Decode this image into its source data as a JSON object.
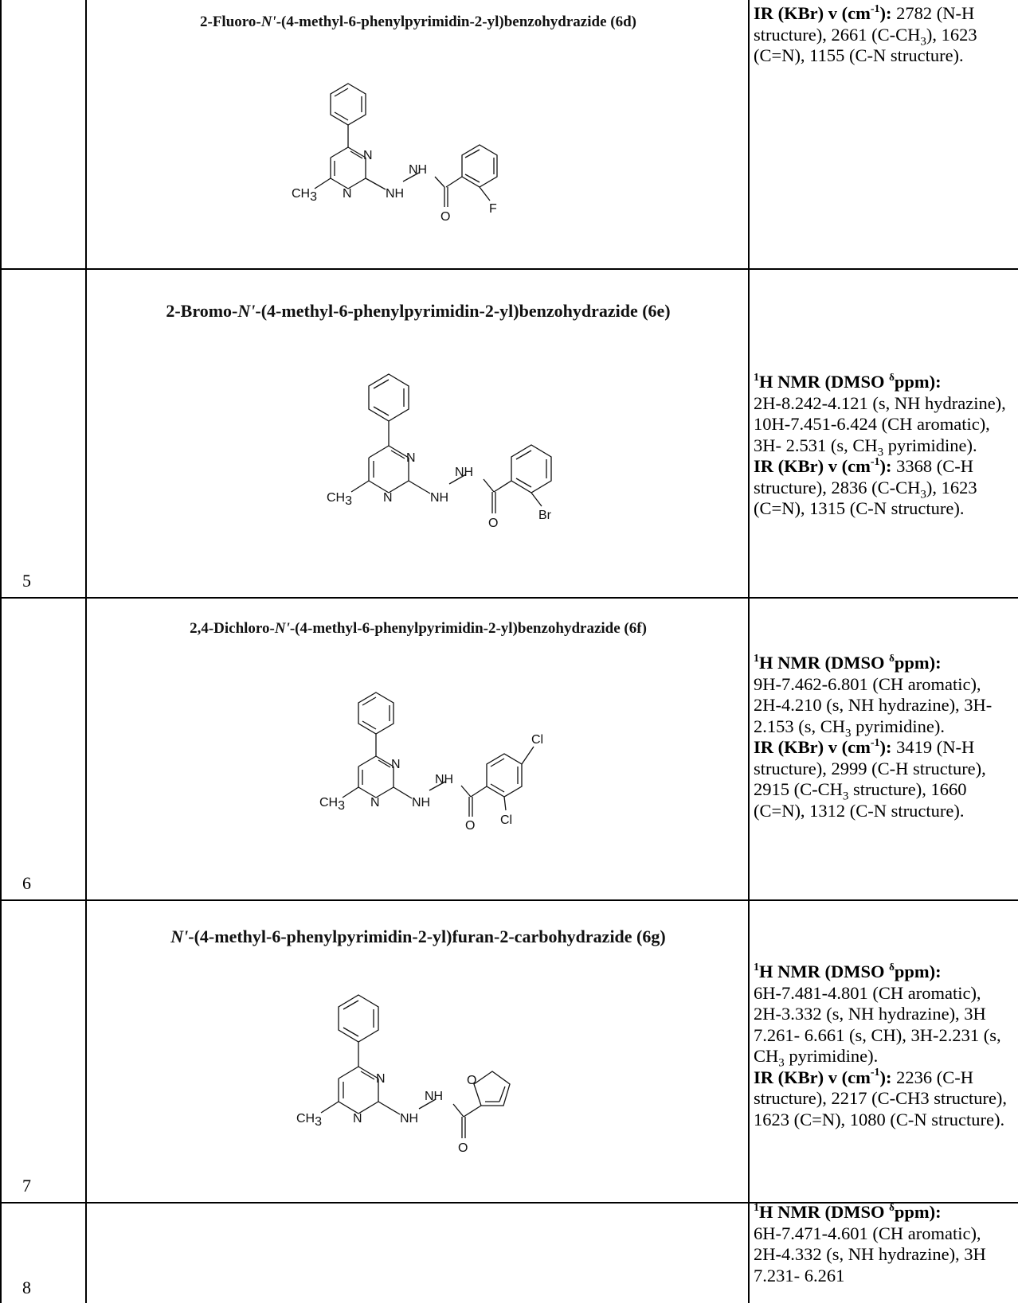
{
  "rows": [
    {
      "number": "",
      "title_prefix": "2-Fluoro-",
      "title_italic": "N'",
      "title_suffix": "-(4-methyl-6-phenylpyrimidin-2-yl)benzohydrazide (6d)",
      "substituents": [
        "F"
      ],
      "spectra": {
        "ir_label": "IR (KBr) v (cm",
        "ir_label_sup": "-1",
        "ir_label_end": "):",
        "ir_text": " 2782 (N-H structure), 2661 (C-CH",
        "ir_sub": "3",
        "ir_text2": "), 1623 (C=N), 1155 (C-N structure)."
      }
    },
    {
      "number": "5",
      "title_prefix": "2-Bromo-",
      "title_italic": "N'",
      "title_suffix": "-(4-methyl-6-phenylpyrimidin-2-yl)benzohydrazide (6e)",
      "substituents": [
        "Br"
      ],
      "spectra": {
        "nmr_label_sup": "1",
        "nmr_label": "H NMR (DMSO ",
        "nmr_label_delta": "δ",
        "nmr_label_end": "ppm):",
        "nmr_text": "2H-8.242-4.121 (s, NH hydrazine), 10H-7.451-6.424 (CH aromatic), 3H- 2.531 (s, CH",
        "nmr_sub": "3",
        "nmr_text2": " pyrimidine).",
        "ir_label": "IR (KBr) v (cm",
        "ir_label_sup": "-1",
        "ir_label_end": "):",
        "ir_text": " 3368 (C-H structure), 2836 (C-CH",
        "ir_sub": "3",
        "ir_text2": "), 1623 (C=N), 1315 (C-N structure)."
      }
    },
    {
      "number": "6",
      "title_prefix": "2,4-Dichloro-",
      "title_italic": "N'",
      "title_suffix": "-(4-methyl-6-phenylpyrimidin-2-yl)benzohydrazide (6f)",
      "substituents": [
        "Cl",
        "Cl"
      ],
      "spectra": {
        "nmr_label_sup": "1",
        "nmr_label": "H NMR (DMSO ",
        "nmr_label_delta": "δ",
        "nmr_label_end": "ppm):",
        "nmr_text": "9H-7.462-6.801 (CH aromatic), 2H-4.210 (s, NH hydrazine), 3H-2.153 (s, CH",
        "nmr_sub": "3",
        "nmr_text2": " pyrimidine).",
        "ir_label": "IR (KBr) v (cm",
        "ir_label_sup": "-1",
        "ir_label_end": "):",
        "ir_text": " 3419 (N-H structure), 2999 (C-H structure), 2915 (C-CH",
        "ir_sub": "3",
        "ir_text2": " structure), 1660 (C=N), 1312 (C-N structure)."
      }
    },
    {
      "number": "7",
      "title_prefix": "",
      "title_italic": "N'",
      "title_suffix": "-(4-methyl-6-phenylpyrimidin-2-yl)furan-2-carbohydrazide (6g)",
      "substituents": [
        "O"
      ],
      "spectra": {
        "nmr_label_sup": "1",
        "nmr_label": "H NMR (DMSO ",
        "nmr_label_delta": "δ",
        "nmr_label_end": "ppm):",
        "nmr_text": "6H-7.481-4.801 (CH aromatic), 2H-3.332 (s, NH hydrazine), 3H 7.261- 6.661 (s, CH), 3H-2.231 (s, CH",
        "nmr_sub": "3",
        "nmr_text2": " pyrimidine).",
        "ir_label": "IR (KBr) v (cm",
        "ir_label_sup": "-1",
        "ir_label_end": "):",
        "ir_text": " 2236 (C-H structure), 2217 (C-CH3 structure), 1623 (C=N), 1080 (C-N structure).",
        "ir_sub": "",
        "ir_text2": ""
      }
    },
    {
      "number": "8",
      "spectra": {
        "nmr_label_sup": "1",
        "nmr_label": "H NMR (DMSO ",
        "nmr_label_delta": "δ",
        "nmr_label_end": "ppm):",
        "nmr_text": "6H-7.471-4.601 (CH aromatic), 2H-4.332 (s, NH hydrazine), 3H 7.231- 6.261"
      }
    }
  ],
  "structure_labels": {
    "n": "N",
    "nh": "NH",
    "o": "O",
    "ch": "CH",
    "three": "3"
  }
}
